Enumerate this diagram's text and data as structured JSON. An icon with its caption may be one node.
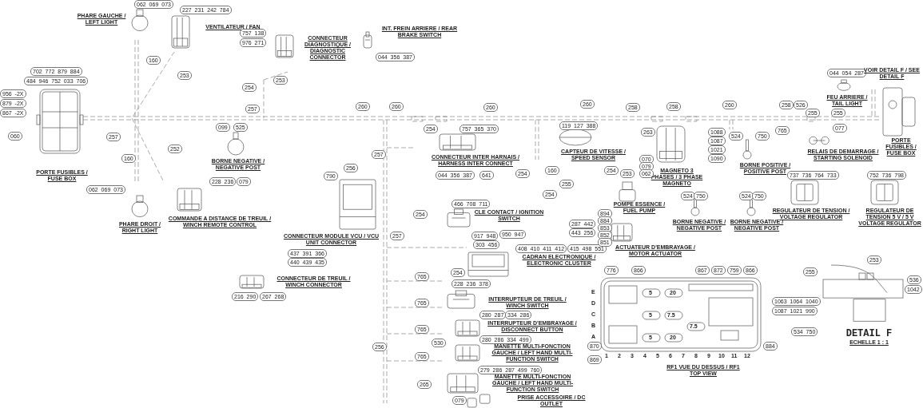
{
  "diagram": {
    "nodes": [
      {
        "text": [
          "PORTE FUSIBLES / FUSE BOX"
        ],
        "beside": [
          "702 772 879 884",
          "484 946 752 033 706",
          "956 -2X",
          "879 -2X",
          "867 -2X",
          "060"
        ]
      },
      {
        "text": [
          "PHARE GAUCHE / LEFT LIGHT"
        ],
        "beside": [
          "062 069 073"
        ]
      },
      {
        "text": [
          "VENTILATEUR / FAN"
        ],
        "beside": [
          "227 231 242 784"
        ]
      },
      {
        "text": [
          "CONNECTEUR DIAGNOSTIQUE / DIAGNOSTIC CONNECTOR"
        ],
        "beside": [
          "757 138",
          "976 271"
        ]
      },
      {
        "text": [
          "INT. FREIN ARRIERE / REAR BRAKE SWITCH"
        ],
        "beside": [
          "044 356 387"
        ]
      },
      {
        "text": [
          "BORNE NEGATIVE / NEGATIVE POST"
        ],
        "beside": [
          "099",
          "525"
        ]
      },
      {
        "text": [
          "PHARE DROIT / RIGHT LIGHT"
        ],
        "beside": [
          "062 069 073"
        ]
      },
      {
        "text": [
          "COMMANDE A DISTANCE DE TREUIL / WINCH REMOTE CONTROL"
        ],
        "beside": [
          "228 236",
          "079"
        ]
      },
      {
        "text": [
          "CONNECTEUR DE TREUIL / WINCH CONNECTOR"
        ],
        "beside": [
          "216 290",
          "267 268"
        ]
      },
      {
        "text": [
          "CONNECTEUR MODULE VCU / VCU UNIT CONNECTOR"
        ],
        "beside": [
          "256",
          "790",
          "437 391 366",
          "440 439 435"
        ]
      },
      {
        "text": [
          "CONNECTEUR INTER HARNAIS / HARNESS INTER CONNECT"
        ],
        "beside": [
          "757 365 370",
          "044 356 387",
          "641"
        ]
      },
      {
        "text": [
          "CLE CONTACT / IGNITION SWITCH"
        ],
        "beside": [
          "466 708 711",
          "950 947",
          "917 948",
          "303 456"
        ]
      },
      {
        "text": [
          "CADRAN ELECTRONIQUE / ELECTRONIC CLUSTER"
        ],
        "beside": [
          "408 410 411 412",
          "415 498 551"
        ]
      },
      {
        "text": [
          "INTERRUPTEUR DE TREUIL / WINCH SWITCH"
        ],
        "beside": [
          "228 236 378"
        ]
      },
      {
        "text": [
          "INTERRUPTEUR D'EMBRAYAGE / DISCONNECT BUTTON"
        ],
        "beside": [
          "280 287",
          "334 286"
        ]
      },
      {
        "text": [
          "MANETTE MULTI-FONCTION GAUCHE / LEFT HAND MULTI-FUNCTION SWITCH"
        ],
        "beside": [
          "280 286 334 499"
        ]
      },
      {
        "text": [
          "MANETTE MULTI-FONCTION GAUCHE / LEFT HAND MULTI-FUNCTION SWITCH"
        ],
        "beside": [
          "279 286 287 499 760"
        ]
      },
      {
        "text": [
          "PRISE ACCESSOIRE / DC OUTLET"
        ],
        "beside": [
          "079"
        ]
      },
      {
        "text": [
          "CAPTEUR DE VITESSE / SPEED SENSOR"
        ],
        "beside": [
          "119 127 388"
        ]
      },
      {
        "text": [
          "ACTUATEUR D'EMBRAYAGE / MOTOR ACTUATOR"
        ],
        "beside": [
          "894",
          "884",
          "853",
          "852",
          "851",
          "287 442",
          "443 256"
        ]
      },
      {
        "text": [
          "POMPE ESSENCE / FUEL PUMP"
        ],
        "beside": [
          "070",
          "079",
          "062"
        ]
      },
      {
        "text": [
          "MAGNETO 3 PHASES / 3 PHASE MAGNETO"
        ],
        "beside": [
          "1088",
          "1087",
          "1021",
          "1090"
        ]
      },
      {
        "text": [
          "BORNE NEGATIVE / NEGATIVE POST"
        ],
        "beside": [
          "524",
          "750"
        ]
      },
      {
        "text": [
          "BORNE NEGATIVE / NEGATIVE POST"
        ],
        "beside": [
          "524",
          "750"
        ]
      },
      {
        "text": [
          "BORNE POSITIVE / POSITIVE POST"
        ],
        "beside": [
          "524",
          "750"
        ]
      },
      {
        "text": [
          "RELAIS DE DEMARRAGE / STARTING SOLENOID"
        ],
        "beside": [
          "077"
        ]
      },
      {
        "text": [
          "REGULATEUR DE TENSION / VOLTAGE REGULATOR"
        ],
        "beside": [
          "737 736 764 733"
        ]
      },
      {
        "text": [
          "REGULATEUR DE TENSION 5 V / 5 V VOLTAGE REGULATOR"
        ],
        "beside": [
          "752 736 798"
        ]
      },
      {
        "text": [
          "FEU ARRIERE / TAIL LIGHT"
        ],
        "beside": [
          "044 054 287"
        ]
      },
      {
        "text": [
          "PORTE FUSIBLES / FUSE BOX"
        ],
        "beside": [
          "VOIR DETAIL F / SEE DETAIL F"
        ]
      },
      {
        "text": [
          "RF1 VUE DU DESSUS / RF1 TOP VIEW"
        ],
        "beside": [
          "776",
          "866",
          "867",
          "872",
          "759",
          "866",
          "869",
          "870",
          "884"
        ]
      },
      {
        "text": [
          "DETAIL F",
          "ECHELLE 1 : 1"
        ],
        "beside": [
          "253",
          "255",
          "536",
          "1042",
          "1063 1064 1040",
          "1087 1021 990",
          "534 750"
        ]
      }
    ],
    "labels": [
      "160",
      "253",
      "254",
      "253",
      "257",
      "257",
      "160",
      "252",
      "260",
      "260",
      "260",
      "260",
      "258",
      "258",
      "260",
      "258",
      "526",
      "255",
      "255",
      "254",
      "257",
      "255",
      "254",
      "253",
      "160",
      "254",
      "254",
      "263",
      "765",
      "254",
      "257",
      "254",
      "765",
      "765",
      "765",
      "765",
      "265",
      "530",
      "256",
      "E",
      "D",
      "C",
      "B",
      "A",
      "1",
      "2",
      "3",
      "4",
      "5",
      "6",
      "7",
      "8",
      "9",
      "10",
      "11",
      "12",
      "5",
      "20",
      "5",
      "7.5",
      "7.5",
      "5",
      "20"
    ]
  }
}
